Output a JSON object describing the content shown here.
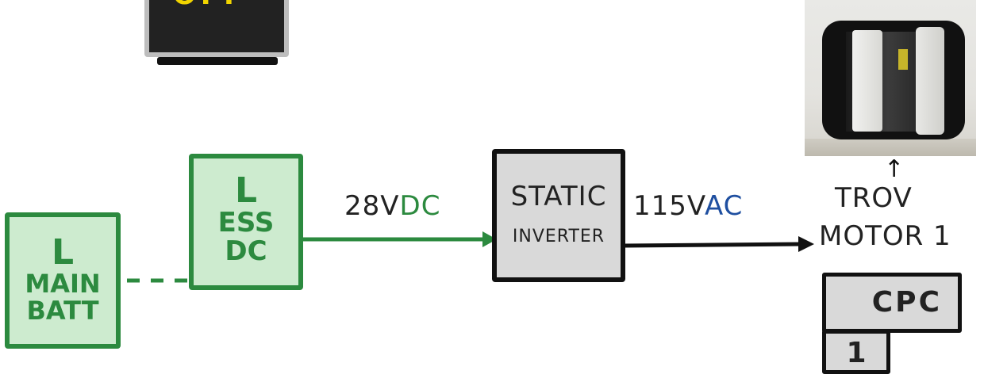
{
  "monitor": {
    "text": "OFF"
  },
  "boxes": {
    "main_batt": {
      "line1": "L",
      "line2": "MAIN",
      "line3": "BATT"
    },
    "ess_dc": {
      "line1": "L",
      "line2": "ESS",
      "line3": "DC"
    },
    "static_inverter": {
      "line1": "STATIC",
      "line2": "INVERTER"
    },
    "cpc": {
      "label": "CPC",
      "number": "1"
    }
  },
  "labels": {
    "dc_voltage_num": "28V",
    "dc_voltage_unit": "DC",
    "ac_voltage_num": "115V",
    "ac_voltage_unit": "AC",
    "trov_line1": "TROV",
    "trov_line2": "MOTOR 1",
    "arrow_up": "↑"
  },
  "colors": {
    "green": "#2c8a3f",
    "green_fill": "#cdebcf",
    "blue": "#1f4fa0",
    "black": "#111111",
    "grey_fill": "#d9d9d9",
    "monitor_text": "#f2d500"
  }
}
